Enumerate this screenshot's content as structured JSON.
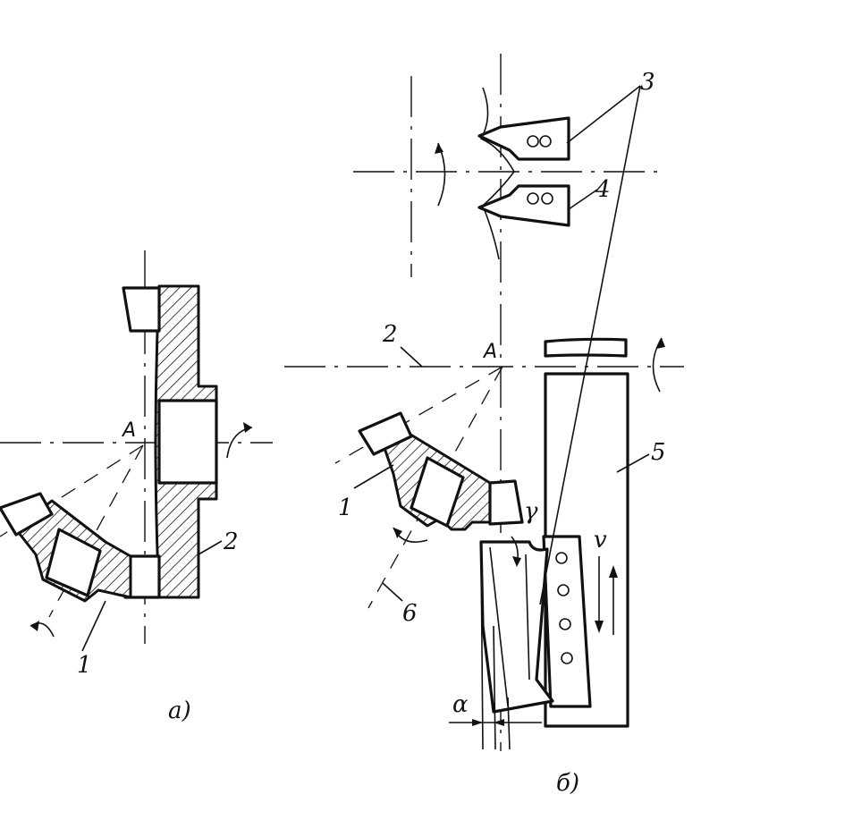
{
  "labels": {
    "a_point_left": "A",
    "a_point_right": "A",
    "n1_left": "1",
    "n2_left": "2",
    "n1_right": "1",
    "n2_right": "2",
    "n3": "3",
    "n4": "4",
    "n5": "5",
    "n6": "6",
    "gamma": "γ",
    "alpha": "α",
    "v": "v",
    "caption_a": "а)",
    "caption_b": "б)"
  }
}
